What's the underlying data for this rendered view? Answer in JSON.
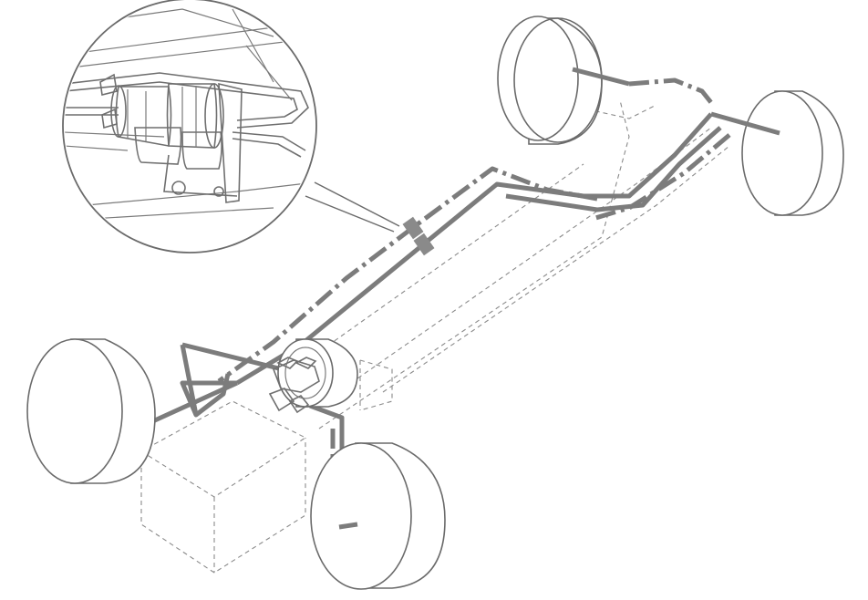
{
  "diagram": {
    "kind": "brake line layout illustration",
    "components": [
      "front-left-wheel",
      "front-right-wheel",
      "rear-left-wheel",
      "rear-right-wheel",
      "master-cylinder",
      "brake-booster",
      "detail-magnifier",
      "main-brake-lines",
      "line-connector",
      "chassis-outline"
    ],
    "colors": {
      "lines": "#7c7c7c",
      "outline": "#6a6a6a",
      "background": "#ffffff"
    }
  }
}
